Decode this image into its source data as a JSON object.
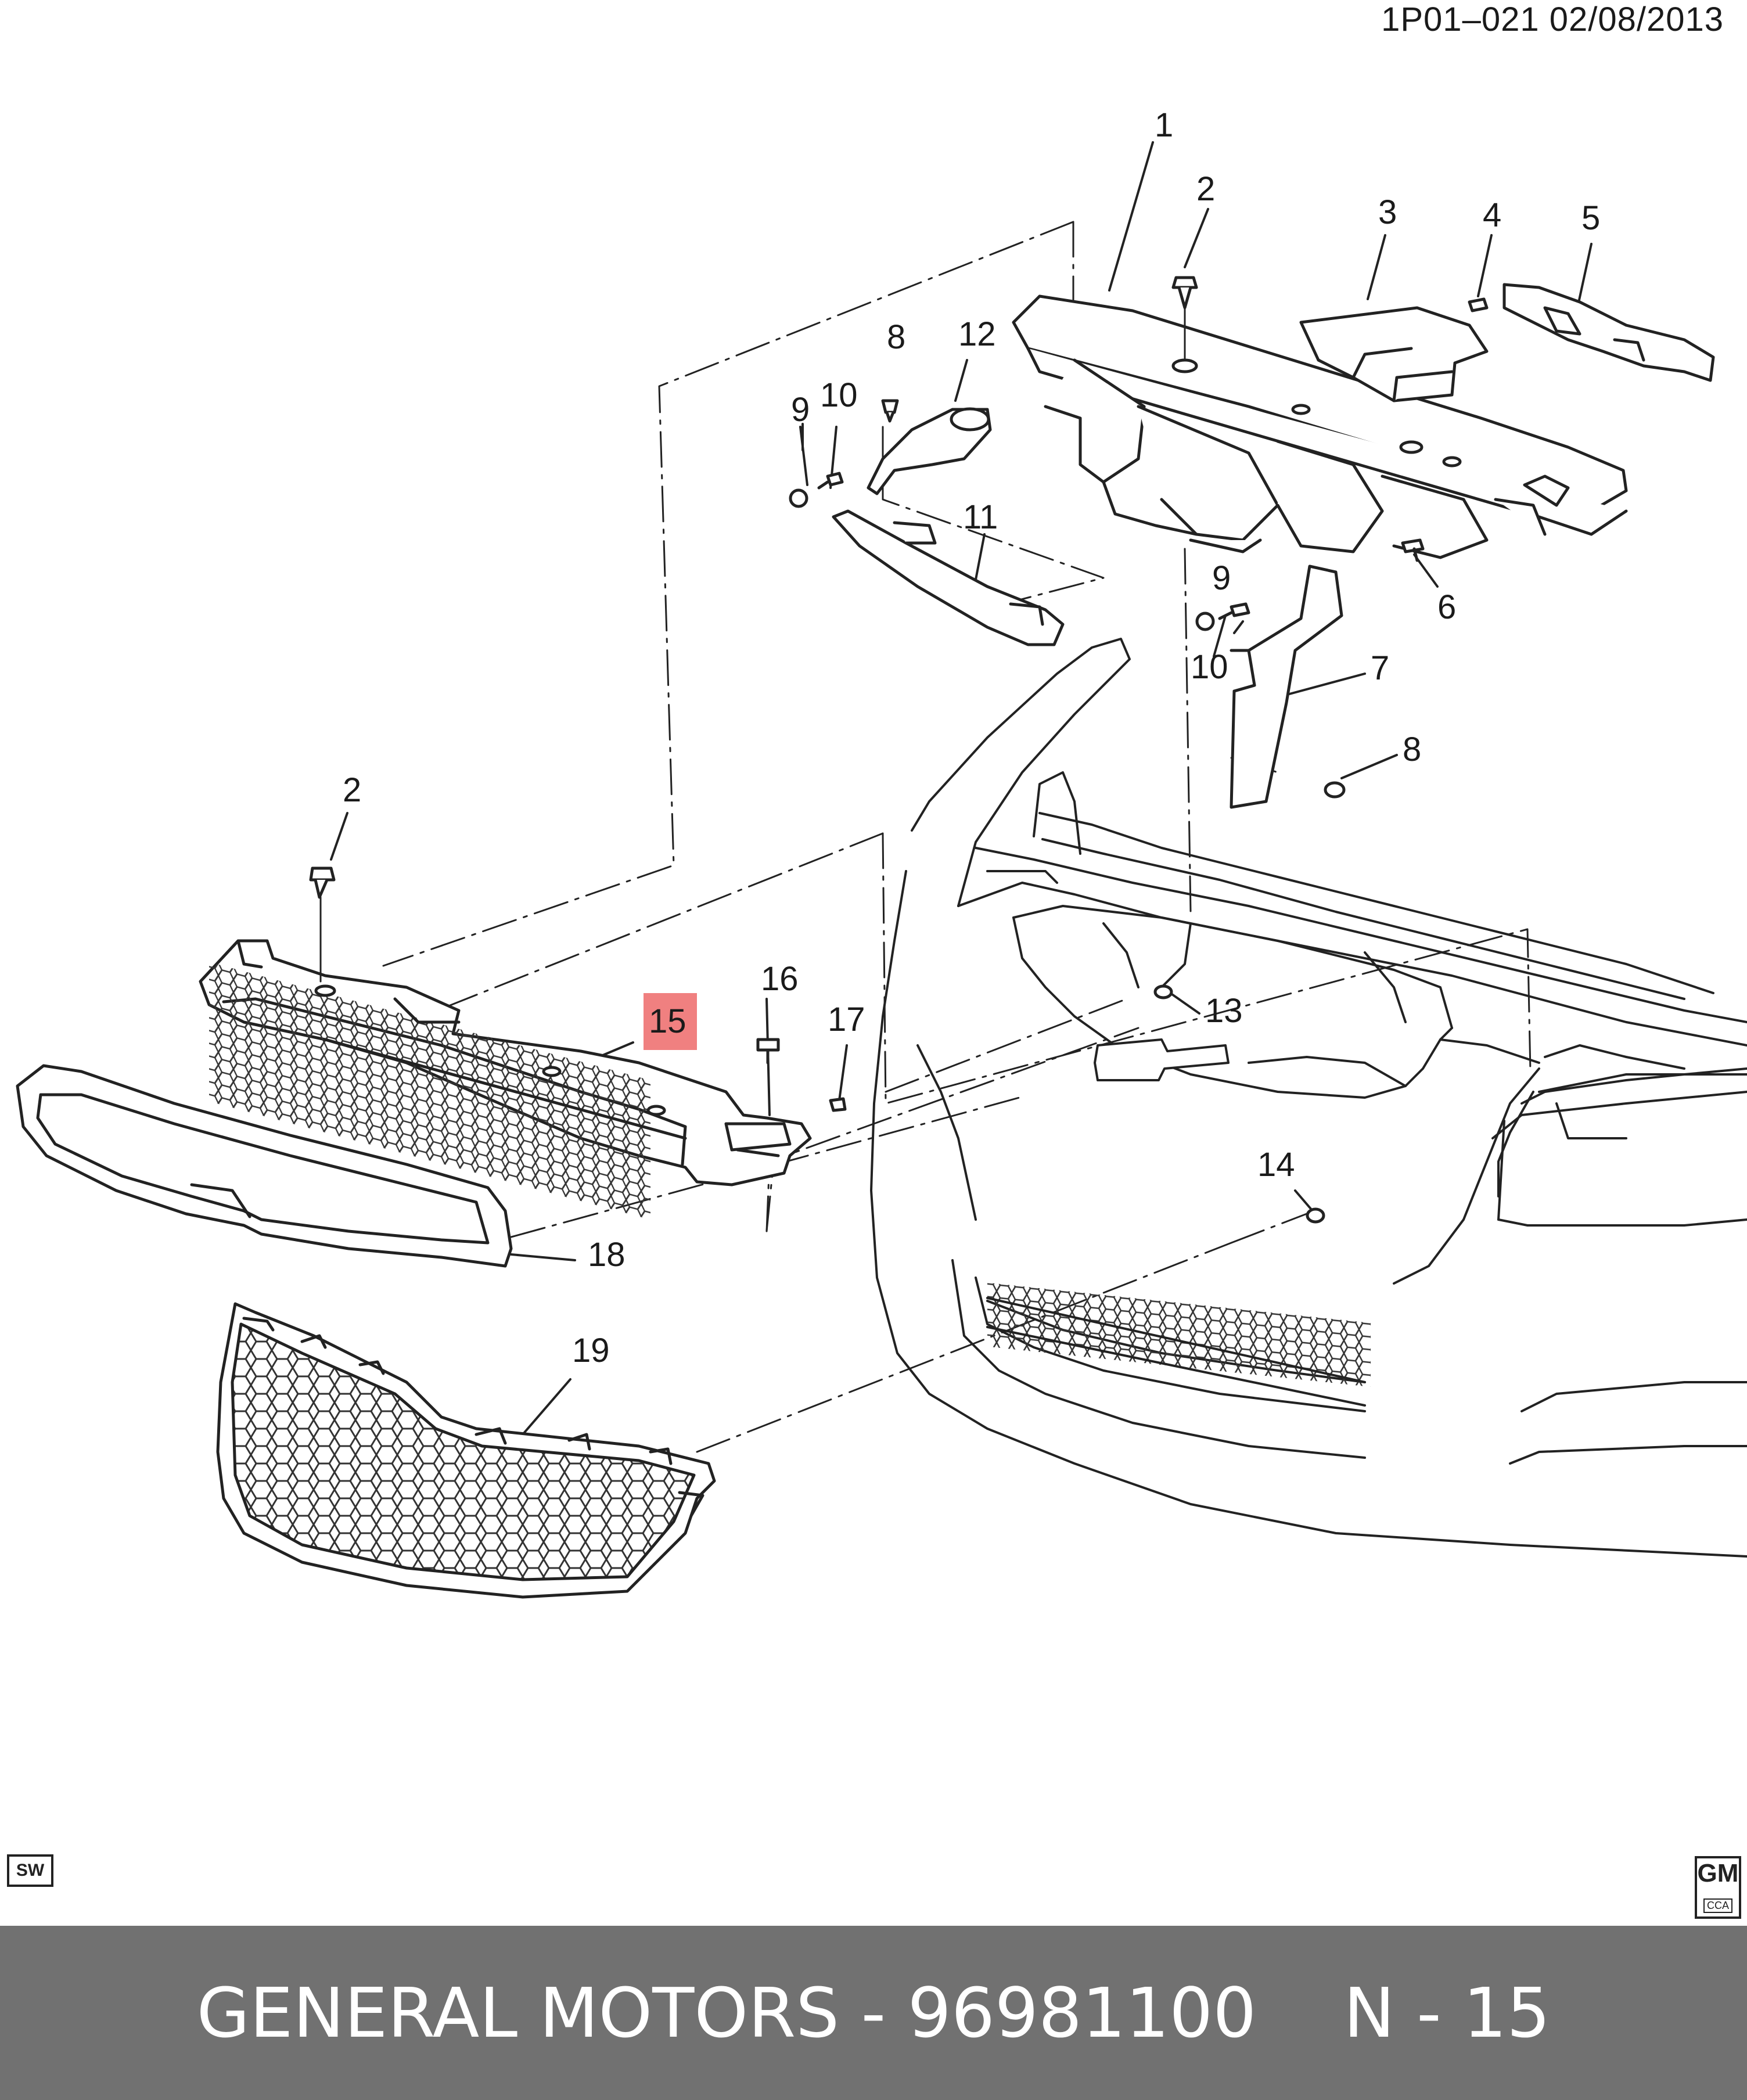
{
  "header": {
    "ref": "1P01–021  02/08/2013"
  },
  "callouts": {
    "c1": "1",
    "c2a": "2",
    "c3": "3",
    "c4": "4",
    "c5": "5",
    "c6": "6",
    "c7": "7",
    "c8a": "8",
    "c8b": "8",
    "c9a": "9",
    "c9b": "9",
    "c10a": "10",
    "c10b": "10",
    "c11": "11",
    "c12": "12",
    "c13": "13",
    "c14": "14",
    "c15": "15",
    "c16": "16",
    "c17": "17",
    "c18": "18",
    "c19": "19",
    "c2b": "2"
  },
  "highlight": {
    "part": "15",
    "color": "#f08080"
  },
  "corner": {
    "sw": "SW",
    "logo_main": "GM",
    "logo_sub": "CCA"
  },
  "footer": {
    "brand_part": "GENERAL MOTORS - 96981100",
    "page": "N - 15"
  }
}
